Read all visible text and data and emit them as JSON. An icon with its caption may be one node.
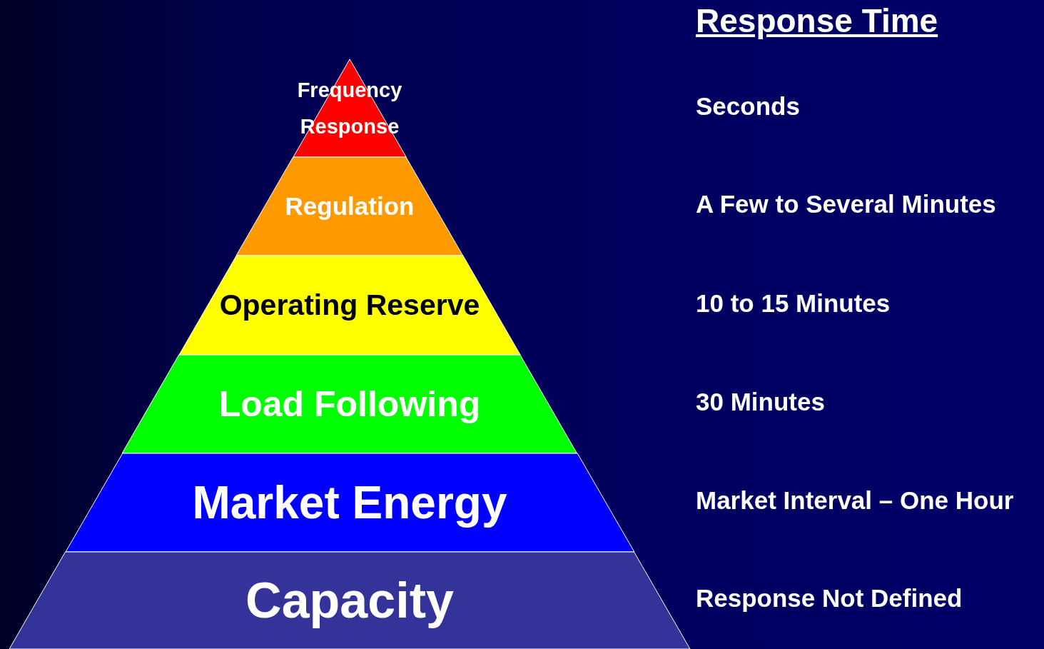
{
  "diagram": {
    "title": "Response Time",
    "nodes": [
      {
        "text": [
          "Frequency Response"
        ]
      },
      {
        "text": [
          "Regulation"
        ]
      },
      {
        "text": [
          "Operating Reserve"
        ]
      },
      {
        "text": [
          "Load Following"
        ]
      },
      {
        "text": [
          "Market Energy"
        ]
      },
      {
        "text": [
          "Capacity"
        ]
      }
    ],
    "labels": [
      "Seconds",
      "A Few to Several Minutes",
      "10 to 15 Minutes",
      "30 Minutes",
      "Market Interval – One Hour",
      "Response Not Defined"
    ]
  }
}
